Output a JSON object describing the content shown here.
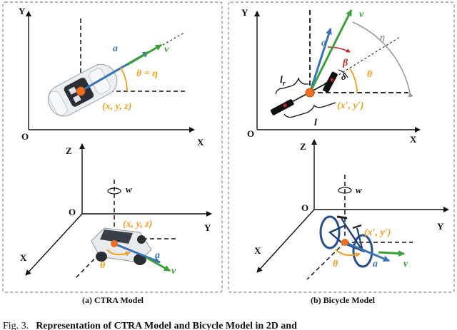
{
  "panels": {
    "left": {
      "caption": "(a) CTRA Model",
      "top": {
        "y_axis": "Y",
        "x_axis": "X",
        "origin": "O",
        "vec_a": "a",
        "vec_v": "v",
        "angle_label": "θ = η",
        "point_label": "(x, y, z)"
      },
      "bottom": {
        "z_axis": "Z",
        "y_axis": "Y",
        "x_axis": "X",
        "origin": "O",
        "rot_label": "w",
        "point_label": "(x, y, z)",
        "angle_label": "θ",
        "vec_a": "a",
        "vec_v": "v"
      }
    },
    "right": {
      "caption": "(b) Bicycle Model",
      "top": {
        "y_axis": "Y",
        "x_axis": "X",
        "origin": "O",
        "vec_a": "a",
        "vec_v": "v",
        "eta": "η",
        "beta": "β",
        "delta": "δ",
        "theta": "θ",
        "lr": "l",
        "lr_sub": "r",
        "l": "l",
        "point_label": "(x′, y′)"
      },
      "bottom": {
        "z_axis": "Z",
        "y_axis": "Y",
        "x_axis": "X",
        "origin": "O",
        "rot_label": "w",
        "point_label": "(x′, y′)",
        "angle_label": "θ",
        "vec_a": "a",
        "vec_v": "v"
      }
    }
  },
  "figure_caption": {
    "prefix": "Fig. 3.",
    "text": "Representation of CTRA Model and Bicycle Model in 2D and"
  },
  "colors": {
    "a_vector": "#3a73b8",
    "v_vector": "#3aa03a",
    "orange": "#f0a020",
    "beta_red": "#c0262c",
    "gray": "#9a9a9a",
    "dashed_border": "#888888"
  }
}
